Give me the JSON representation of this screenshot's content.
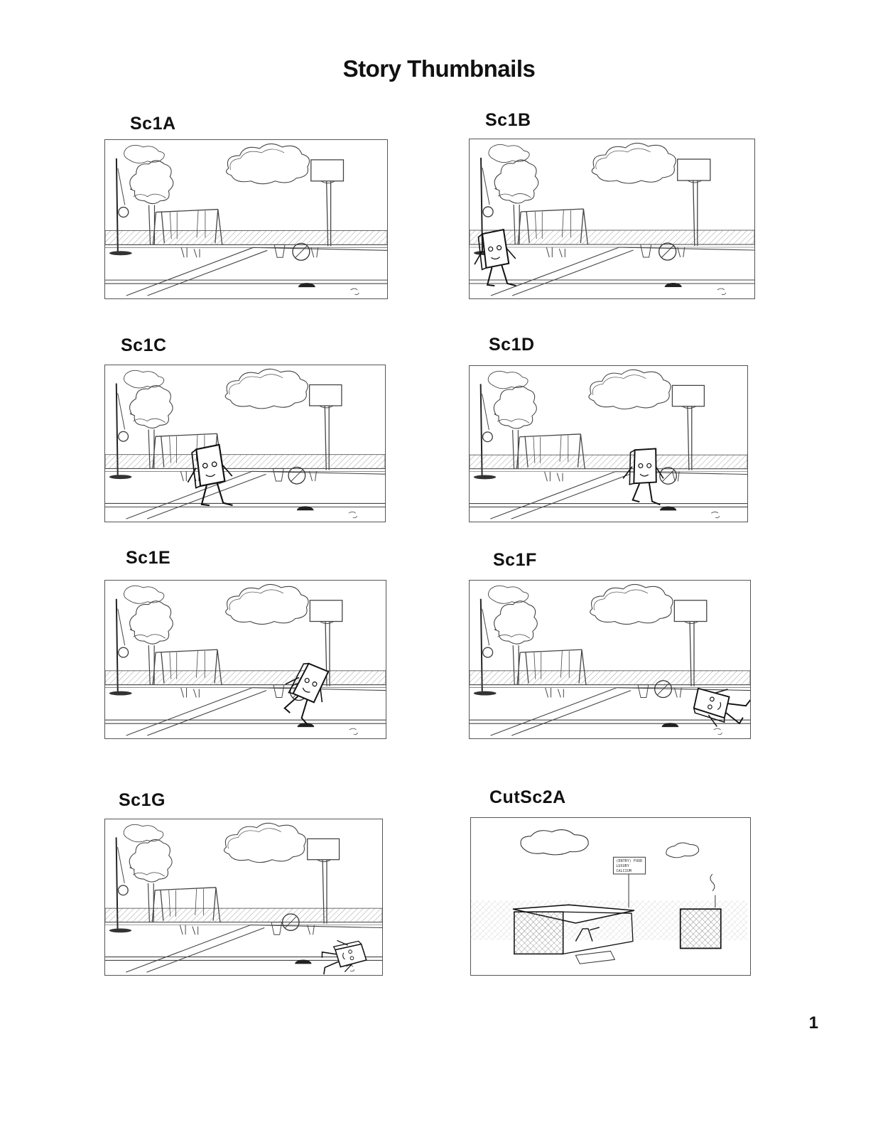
{
  "document": {
    "title": "Story Thumbnails",
    "page_number": "1"
  },
  "panels": [
    {
      "label": "Sc1A",
      "character": "none"
    },
    {
      "label": "Sc1B",
      "character": "enter-left"
    },
    {
      "label": "Sc1C",
      "character": "walking"
    },
    {
      "label": "Sc1D",
      "character": "at-ball"
    },
    {
      "label": "Sc1E",
      "character": "tumbling"
    },
    {
      "label": "Sc1F",
      "character": "falling"
    },
    {
      "label": "Sc1G",
      "character": "lying"
    },
    {
      "label": "CutSc2A",
      "character": "cut",
      "sign_text": [
        "(ENTRY) FOOD",
        "LUXURY",
        "CALCIUM"
      ]
    }
  ]
}
